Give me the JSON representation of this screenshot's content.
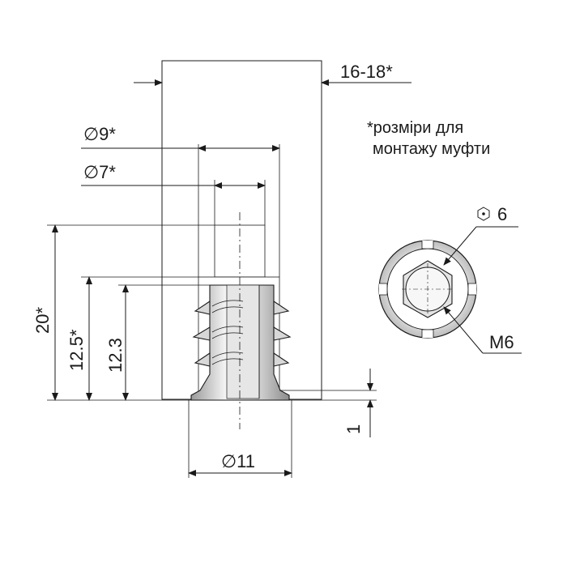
{
  "colors": {
    "board_dark": "#e8781e",
    "board_light": "#fff8f0",
    "metal_dark": "#9a9a9a",
    "metal_light": "#f2f2f2",
    "lines": "#1a1a1a"
  },
  "dimensions": {
    "board_thickness": "16-18*",
    "hole_outer_diameter": "∅9*",
    "hole_inner_diameter": "∅7*",
    "total_depth": "20*",
    "hole_depth": "12.5*",
    "insert_length": "12.3",
    "flange_thickness": "1",
    "flange_diameter": "∅11"
  },
  "note": {
    "line1": "*розміри для",
    "line2": "монтажу муфти"
  },
  "end_view": {
    "hex_label": "6",
    "thread_label": "M6"
  },
  "icons": {
    "hex_socket": "hexagon-dot-icon",
    "diameter": "diameter-symbol"
  }
}
